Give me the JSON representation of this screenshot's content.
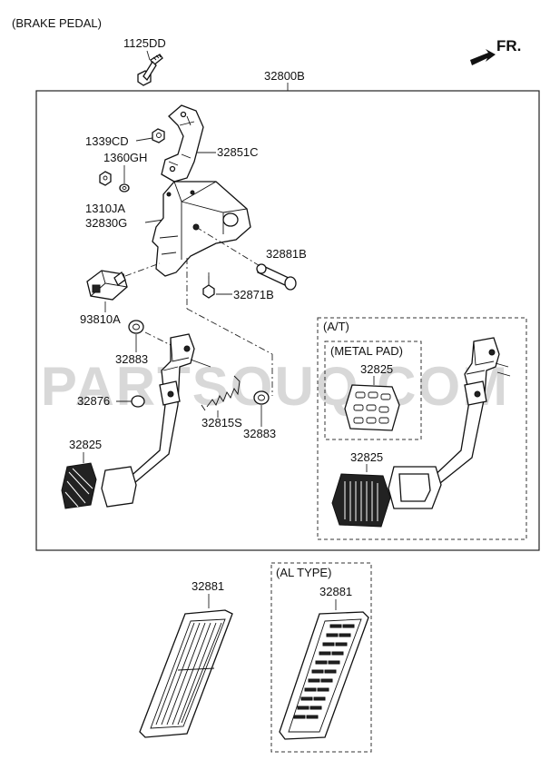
{
  "diagram": {
    "title": "(BRAKE PEDAL)",
    "direction_label": "FR.",
    "watermark": "PARTSOUQ.COM",
    "assembly_label": "32800B",
    "groups": {
      "at": "(A/T)",
      "metal_pad": "(METAL PAD)",
      "al_type": "(AL TYPE)"
    },
    "labels": {
      "p1125DD": "1125DD",
      "p1339CD": "1339CD",
      "p1360GH": "1360GH",
      "p1310JA": "1310JA",
      "p32830G": "32830G",
      "p32851C": "32851C",
      "p32881B": "32881B",
      "p32871B": "32871B",
      "p93810A": "93810A",
      "p32883a": "32883",
      "p32876": "32876",
      "p32815S": "32815S",
      "p32883b": "32883",
      "p32825main": "32825",
      "p32825metal": "32825",
      "p32825at": "32825",
      "p32881left": "32881",
      "p32881al": "32881"
    }
  }
}
